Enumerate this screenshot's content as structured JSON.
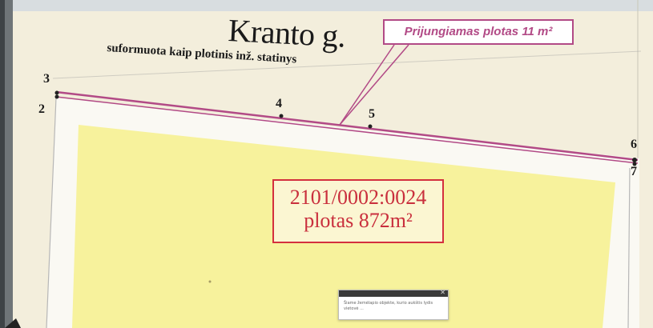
{
  "map": {
    "street_name": "Kranto g.",
    "street_note": "suformuota kaip plotinis inž. statinys",
    "callout_text": "Prijungiamas plotas 11 m²",
    "parcel_id": "2101/0002:0024",
    "parcel_area": "plotas 872m²",
    "points": [
      {
        "label": "3"
      },
      {
        "label": "2"
      },
      {
        "label": "4"
      },
      {
        "label": "5"
      },
      {
        "label": "6"
      },
      {
        "label": "7"
      }
    ],
    "tooltip_text": "Šiame žemėlapio objekte, kurio aukštis lydis vietovė ..."
  },
  "colors": {
    "background": "#f3eedc",
    "parcel_fill": "#f7f29c",
    "boundary_line": "#b24a86",
    "parcel_label": "#c92f3d",
    "callout": "#b24a86"
  }
}
